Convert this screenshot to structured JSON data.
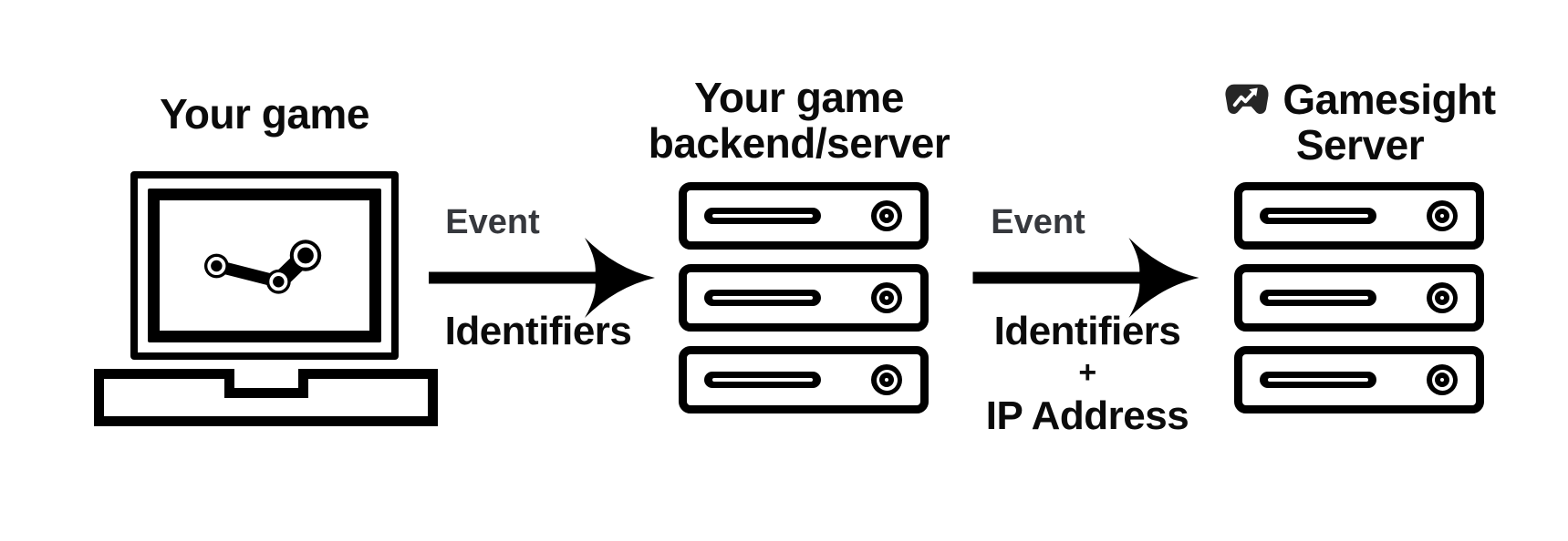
{
  "canvas": {
    "background": "#ffffff"
  },
  "colors": {
    "ink": "#000000",
    "title_text": "#0b0b0b",
    "event_label_text": "#36383d",
    "gamepad_logo": "#262626"
  },
  "nodes": {
    "game_client": {
      "title": "Your game",
      "icon": "computer-monitor-with-steam-logo"
    },
    "game_backend": {
      "title_line1": "Your game",
      "title_line2": "backend/server",
      "icon": "server-stack",
      "server_units": 3
    },
    "gamesight": {
      "title_line1": "Gamesight",
      "title_line2": "Server",
      "logo_icon": "gamepad-trend-arrow",
      "icon": "server-stack",
      "server_units": 3
    }
  },
  "arrows": {
    "client_to_backend": {
      "direction": "right",
      "label_top": "Event",
      "label_bottom": "Identifiers"
    },
    "backend_to_gamesight": {
      "direction": "right",
      "label_top": "Event",
      "payload_line1": "Identifiers",
      "payload_line2": "+",
      "payload_line3": "IP Address"
    }
  }
}
